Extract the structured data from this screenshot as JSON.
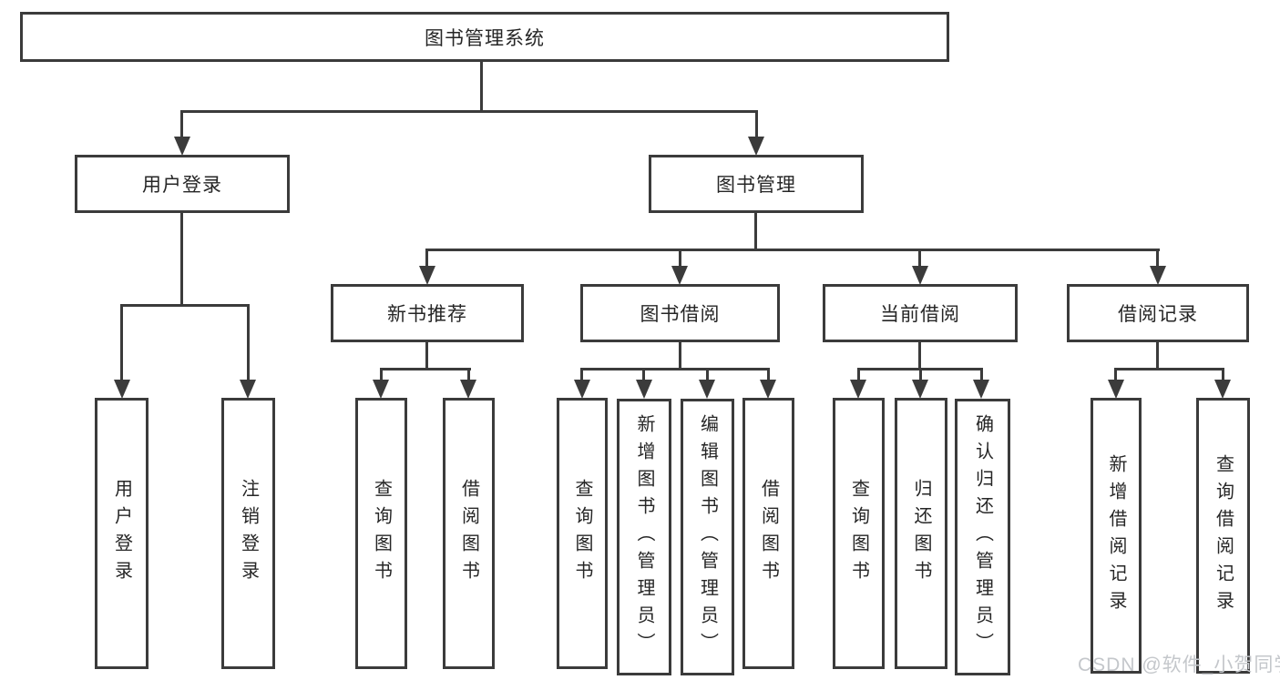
{
  "tree": {
    "label": "图书管理系统",
    "children": [
      {
        "label": "用户登录",
        "children": [
          {
            "label": "用户登录"
          },
          {
            "label": "注销登录"
          }
        ]
      },
      {
        "label": "图书管理",
        "children": [
          {
            "label": "新书推荐",
            "children": [
              {
                "label": "查询图书"
              },
              {
                "label": "借阅图书"
              }
            ]
          },
          {
            "label": "图书借阅",
            "children": [
              {
                "label": "查询图书"
              },
              {
                "label": "新增图书（管理员）"
              },
              {
                "label": "编辑图书（管理员）"
              },
              {
                "label": "借阅图书"
              }
            ]
          },
          {
            "label": "当前借阅",
            "children": [
              {
                "label": "查询图书"
              },
              {
                "label": "归还图书"
              },
              {
                "label": "确认归还（管理员）"
              }
            ]
          },
          {
            "label": "借阅记录",
            "children": [
              {
                "label": "新增借阅记录"
              },
              {
                "label": "查询借阅记录"
              }
            ]
          }
        ]
      }
    ]
  },
  "watermark": {
    "text": "CSDN @软件_小贺同学"
  },
  "colors": {
    "line": "#3b3b3b",
    "box_border": "#3b3b3b",
    "box_fill": "#ffffff",
    "text": "#262626",
    "background": "#ffffff",
    "watermark": "#c4c7cb"
  }
}
